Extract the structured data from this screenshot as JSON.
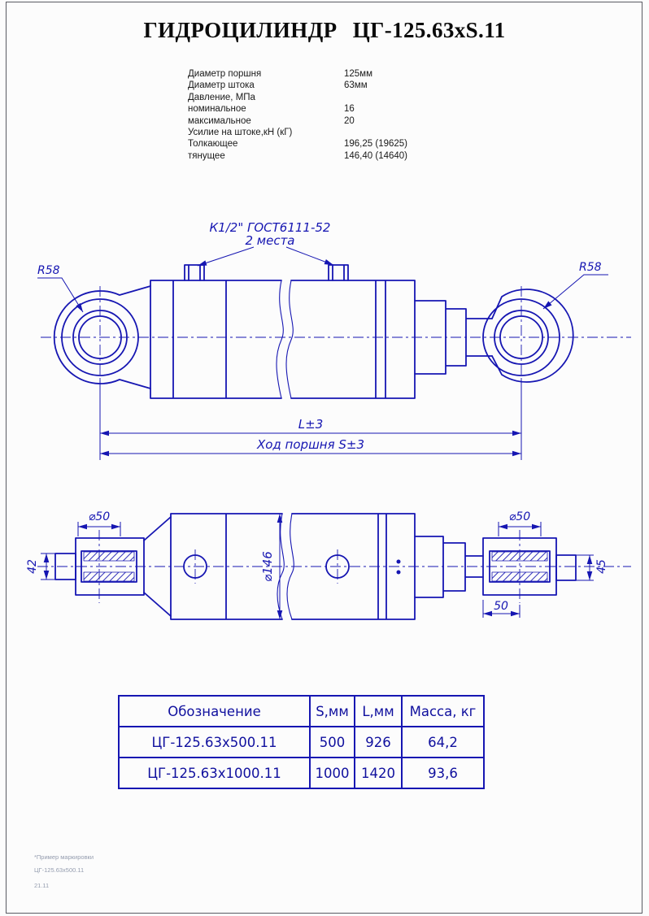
{
  "title": "ГИДРОЦИЛИНДР ЦГ-125.63хS.11",
  "specs": {
    "rows": [
      {
        "label": "Диаметр поршня",
        "value": "125мм"
      },
      {
        "label": "Диаметр штока",
        "value": "63мм"
      },
      {
        "label": "Давление, МПа",
        "value": ""
      },
      {
        "label": "номинальное",
        "value": "16"
      },
      {
        "label": "максимальное",
        "value": "20"
      },
      {
        "label": "Усилие на штоке,кН (кГ)",
        "value": ""
      },
      {
        "label": "Толкающее",
        "value": "196,25 (19625)"
      },
      {
        "label": "тянущее",
        "value": "146,40 (14640)"
      }
    ]
  },
  "drawing": {
    "side_view": {
      "thread_note_line1": "К1/2\" ГОСТ6111-52",
      "thread_note_line2": "2 места",
      "radius_left": "R58",
      "radius_right": "R58",
      "dim_length": "L±3",
      "dim_stroke": "Ход поршня S±3"
    },
    "top_view": {
      "dia_rod_left": "⌀50",
      "dia_rod_right": "⌀50",
      "dia_body": "⌀146",
      "height_left": "42",
      "height_right": "45",
      "dim_offset": "50"
    }
  },
  "table": {
    "headers": [
      "Обозначение",
      "S,мм",
      "L,мм",
      "Масса, кг"
    ],
    "rows": [
      [
        "ЦГ-125.63х500.11",
        "500",
        "926",
        "64,2"
      ],
      [
        "ЦГ-125.63х1000.11",
        "1000",
        "1420",
        "93,6"
      ]
    ]
  },
  "footnote": {
    "line1": "*Пример маркировки",
    "line2": "ЦГ-125.63х500.11",
    "line3": "21.11"
  },
  "colors": {
    "drawing_line": "#1616b2",
    "title_text": "#0a0a0a",
    "specs_text": "#1a1a1a",
    "table_text": "#10109e",
    "footnote_text": "#959daf"
  }
}
